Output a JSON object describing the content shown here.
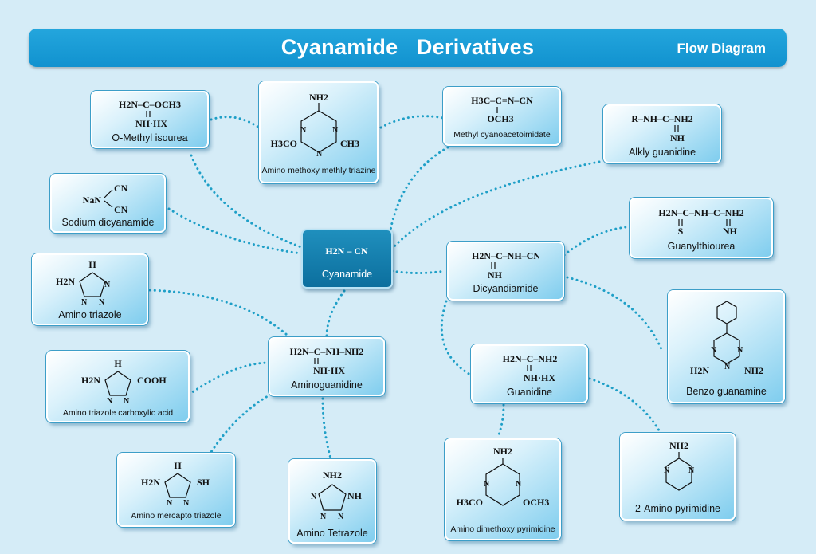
{
  "header": {
    "title": "Cyanamide   Derivatives",
    "subtitle": "Flow Diagram"
  },
  "colors": {
    "banner": "#1a9ed8",
    "background": "#d5ecf7",
    "connector": "#1e9fc7",
    "center_node": "#0f78a8"
  },
  "nodes": {
    "cyanamide": {
      "formula": "H2N – CN",
      "label": "Cyanamide"
    },
    "o_methyl_isourea": {
      "formula_top": "H2N–C–OCH3",
      "formula_bottom": "NH·HX",
      "label": "O-Methyl isourea"
    },
    "amino_methoxy_methyl_triazine": {
      "groups": [
        "NH2",
        "H3CO",
        "CH3"
      ],
      "label": "Amino methoxy methly triazine"
    },
    "methyl_cyanoacetoimidate": {
      "formula_top": "H3C–C=N–CN",
      "formula_bottom": "OCH3",
      "label": "Methyl cyanoacetoimidate"
    },
    "alkyl_guanidine": {
      "formula_top": "R–NH–C–NH2",
      "formula_bottom": "NH",
      "label": "Alkly guanidine"
    },
    "sodium_dicyanamide": {
      "groups": [
        "NaN",
        "CN",
        "CN"
      ],
      "label": "Sodium dicyanamide"
    },
    "guanylthiourea": {
      "formula_top": "H2N–C–NH–C–NH2",
      "formula_bottom_left": "S",
      "formula_bottom_right": "NH",
      "label": "Guanylthiourea"
    },
    "amino_triazole": {
      "groups": [
        "H",
        "H2N"
      ],
      "label": "Amino triazole"
    },
    "dicyandiamide": {
      "formula_top": "H2N–C–NH–CN",
      "formula_bottom": "NH",
      "label": "Dicyandiamide"
    },
    "benzo_guanamine": {
      "groups": [
        "H2N",
        "NH2"
      ],
      "label": "Benzo guanamine"
    },
    "aminoguanidine": {
      "formula_top": "H2N–C–NH–NH2",
      "formula_bottom": "NH·HX",
      "label": "Aminoguanidine"
    },
    "amino_triazole_carboxylic_acid": {
      "groups": [
        "H2N",
        "H",
        "COOH"
      ],
      "label": "Amino triazole carboxylic acid"
    },
    "guanidine": {
      "formula_top": "H2N–C–NH2",
      "formula_bottom": "NH·HX",
      "label": "Guanidine"
    },
    "amino_mercapto_triazole": {
      "groups": [
        "H",
        "H2N",
        "SH"
      ],
      "label": "Amino mercapto triazole"
    },
    "amino_tetrazole": {
      "groups": [
        "NH2",
        "NH"
      ],
      "label": "Amino Tetrazole"
    },
    "amino_dimethoxy_pyrimidine": {
      "groups": [
        "NH2",
        "H3CO",
        "OCH3"
      ],
      "label": "Amino dimethoxy pyrimidine"
    },
    "two_amino_pyrimidine": {
      "groups": [
        "NH2"
      ],
      "label": "2-Amino pyrimidine"
    }
  }
}
